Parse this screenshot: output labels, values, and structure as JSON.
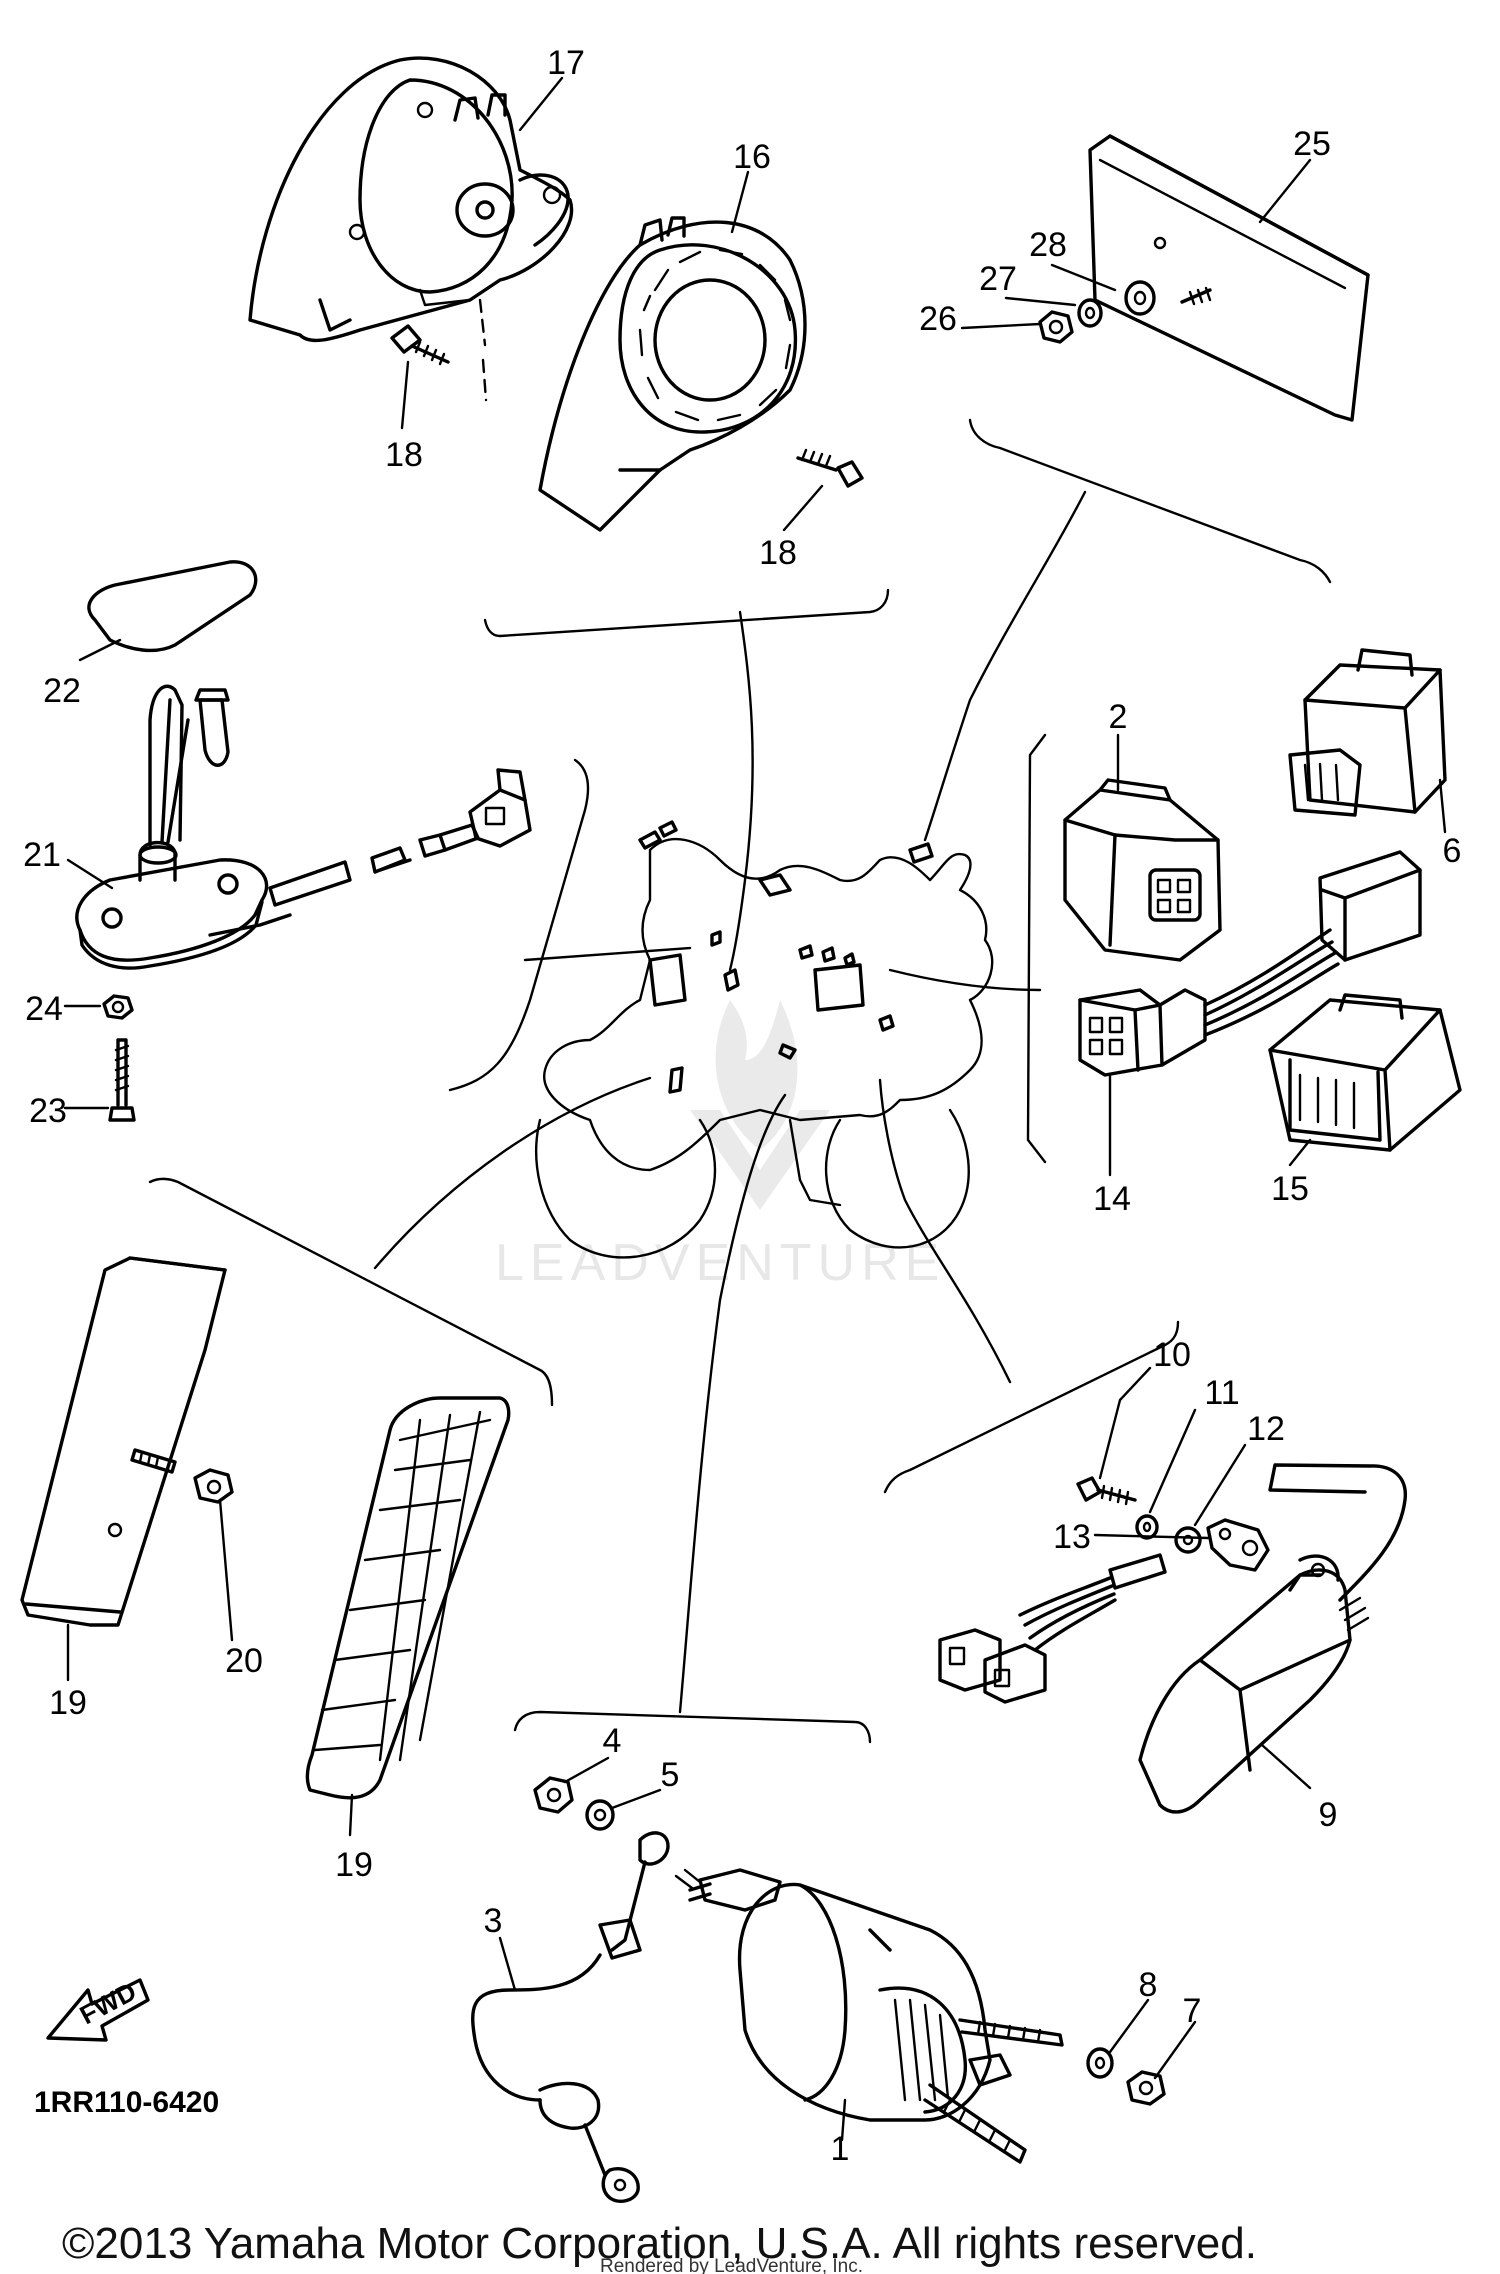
{
  "diagram": {
    "id": "1RR110-6420",
    "fwd_label": "FWD",
    "copyright": "©2013 Yamaha Motor Corporation, U.S.A. All rights reserved.",
    "rendered_by": "Rendered by LeadVenture, Inc.",
    "watermark": "LEADVENTURE",
    "callouts": [
      "1",
      "2",
      "3",
      "4",
      "5",
      "6",
      "7",
      "8",
      "9",
      "10",
      "11",
      "12",
      "13",
      "14",
      "15",
      "16",
      "17",
      "18",
      "18",
      "19",
      "19",
      "20",
      "21",
      "22",
      "23",
      "24",
      "25",
      "26",
      "27",
      "28"
    ]
  }
}
